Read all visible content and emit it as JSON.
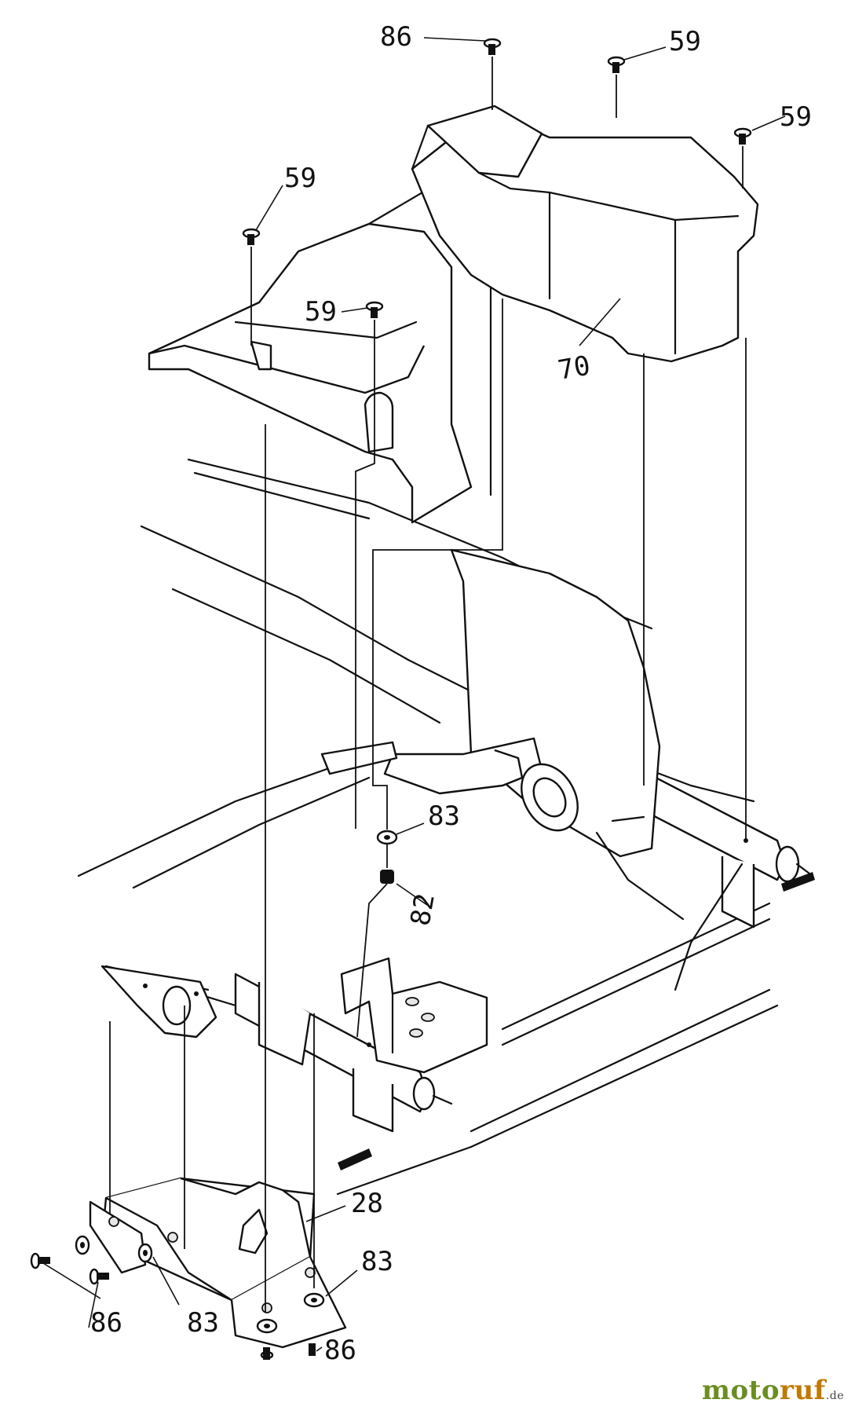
{
  "callouts": [
    {
      "id": "86a",
      "text": "86"
    },
    {
      "id": "59a",
      "text": "59"
    },
    {
      "id": "59b",
      "text": "59"
    },
    {
      "id": "59c",
      "text": "59"
    },
    {
      "id": "59d",
      "text": "59"
    },
    {
      "id": "70",
      "text": "70"
    },
    {
      "id": "83a",
      "text": "83"
    },
    {
      "id": "82",
      "text": "82"
    },
    {
      "id": "28",
      "text": "28"
    },
    {
      "id": "83b",
      "text": "83"
    },
    {
      "id": "86b",
      "text": "86"
    },
    {
      "id": "83c",
      "text": "83"
    },
    {
      "id": "86c",
      "text": "86"
    }
  ],
  "watermark": {
    "part1": "moto",
    "part2": "ruf",
    "suffix": ".de"
  },
  "colors": {
    "ink": "#111111",
    "brand_green": "#6b8e23",
    "brand_orange": "#c07a00"
  }
}
